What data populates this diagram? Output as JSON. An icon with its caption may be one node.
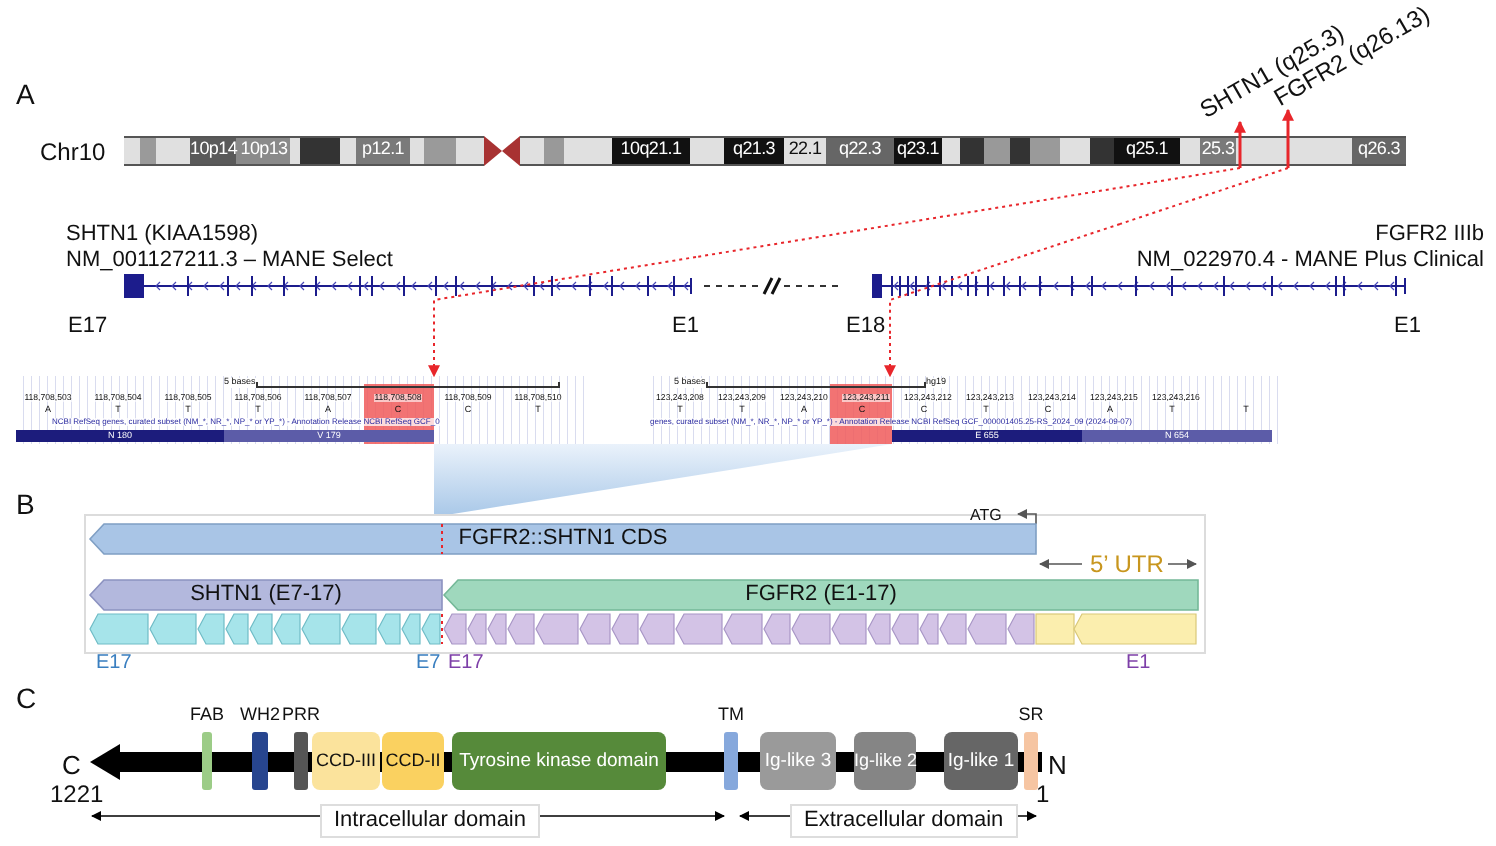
{
  "diagram": {
    "nodes": [
      {
        "text": [
          "10p14",
          "10p13",
          "p12.1",
          "10q21.1",
          "q21.3",
          "22.1",
          "q22.3",
          "q23.1",
          "q25.1",
          "25.3",
          "q26.3"
        ],
        "beside": [
          "Chr10"
        ]
      },
      {
        "text": [
          "SHTN1 (q25.3)"
        ]
      },
      {
        "text": [
          "FGFR2 (q26.13)"
        ]
      },
      {
        "text": [
          "SHTN1 (KIAA1598)",
          "NM_001127211.3 – MANE Select",
          "E17",
          "E1"
        ]
      },
      {
        "text": [
          "FGFR2 IIIb",
          "NM_022970.4 - MANE Plus Clinical",
          "E18",
          "E1"
        ]
      },
      {
        "text": [
          "5 bases",
          "118,708,503",
          "118,708,504",
          "118,708,505",
          "118,708,506",
          "118,708,507",
          "118,708,508",
          "118,708,509",
          "118,708,510",
          "A",
          "T",
          "T",
          "T",
          "A",
          "C",
          "C",
          "T",
          "NCBI RefSeq genes, curated subset (NM_*, NR_*, NP_* or YP_*) - Annotation Release NCBI RefSeq GCF_0",
          "N 180",
          "V 179"
        ]
      },
      {
        "text": [
          "5 bases",
          "hg19",
          "123,243,208",
          "123,243,209",
          "123,243,210",
          "123,243,211",
          "123,243,212",
          "123,243,213",
          "123,243,214",
          "123,243,215",
          "123,243,216",
          "T",
          "T",
          "A",
          "C",
          "C",
          "T",
          "C",
          "A",
          "T",
          "T",
          "genes, curated subset (NM_*, NR_*, NP_* or YP_*) - Annotation Release NCBI RefSeq GCF_000001405.25-RS_2024_09 (2024-09-07)",
          "E 655",
          "N 654"
        ]
      },
      {
        "text": [
          "FGFR2::SHTN1 CDS"
        ],
        "beside": [
          "ATG"
        ]
      },
      {
        "text": [
          "SHTN1 (E7-17)"
        ]
      },
      {
        "text": [
          "FGFR2 (E1-17)"
        ]
      },
      {
        "text": [
          "FAB"
        ]
      },
      {
        "text": [
          "WH2"
        ]
      },
      {
        "text": [
          "PRR"
        ]
      },
      {
        "text": [
          "CCD-III"
        ]
      },
      {
        "text": [
          "CCD-II"
        ]
      },
      {
        "text": [
          "Tyrosine kinase domain"
        ]
      },
      {
        "text": [
          "TM"
        ]
      },
      {
        "text": [
          "Ig-like 3"
        ]
      },
      {
        "text": [
          "Ig-like 2"
        ]
      },
      {
        "text": [
          "Ig-like 1"
        ]
      },
      {
        "text": [
          "SR"
        ]
      },
      {
        "text": [],
        "shape": "wedge"
      }
    ],
    "edges": [
      {
        "from": 0,
        "to": 1,
        "arrow": "to"
      },
      {
        "from": 0,
        "to": 2,
        "arrow": "to"
      },
      {
        "from": 0,
        "to": 3,
        "arrow": "none",
        "style": "dashed"
      },
      {
        "from": 0,
        "to": 4,
        "arrow": "none",
        "style": "dashed"
      },
      {
        "from": 3,
        "to": 5,
        "arrow": "to",
        "style": "dashed"
      },
      {
        "from": 4,
        "to": 6,
        "arrow": "to",
        "style": "dashed"
      }
    ],
    "labels": [
      "A",
      "B",
      "5’ UTR",
      "E17",
      "E7",
      "E17",
      "E1",
      "C",
      "C",
      "1221",
      "N",
      "1",
      "Intracellular domain",
      "Extracellular domain"
    ]
  }
}
